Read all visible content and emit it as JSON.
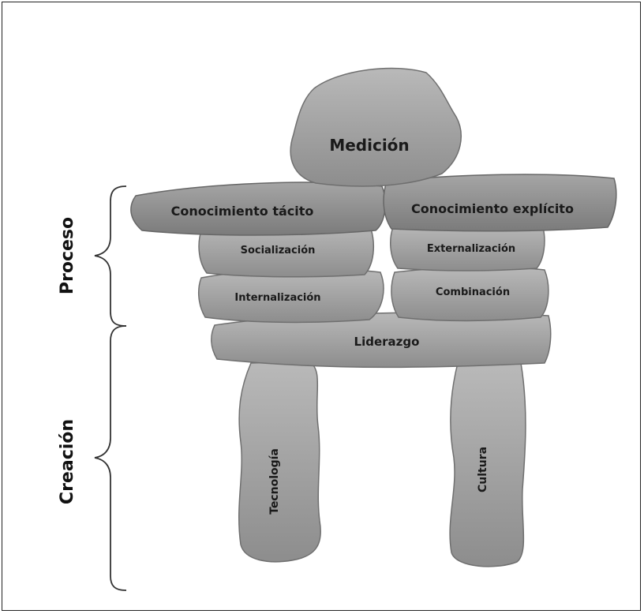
{
  "diagram": {
    "top_stone": "Medición",
    "left_arm": "Conocimiento tácito",
    "right_arm": "Conocimiento explícito",
    "left_upper": "Socialización",
    "left_lower": "Internalización",
    "right_upper": "Externalización",
    "right_lower": "Combinación",
    "base_bar": "Liderazgo",
    "left_leg": "Tecnología",
    "right_leg": "Cultura"
  },
  "sections": {
    "upper": "Proceso",
    "lower": "Creación"
  }
}
